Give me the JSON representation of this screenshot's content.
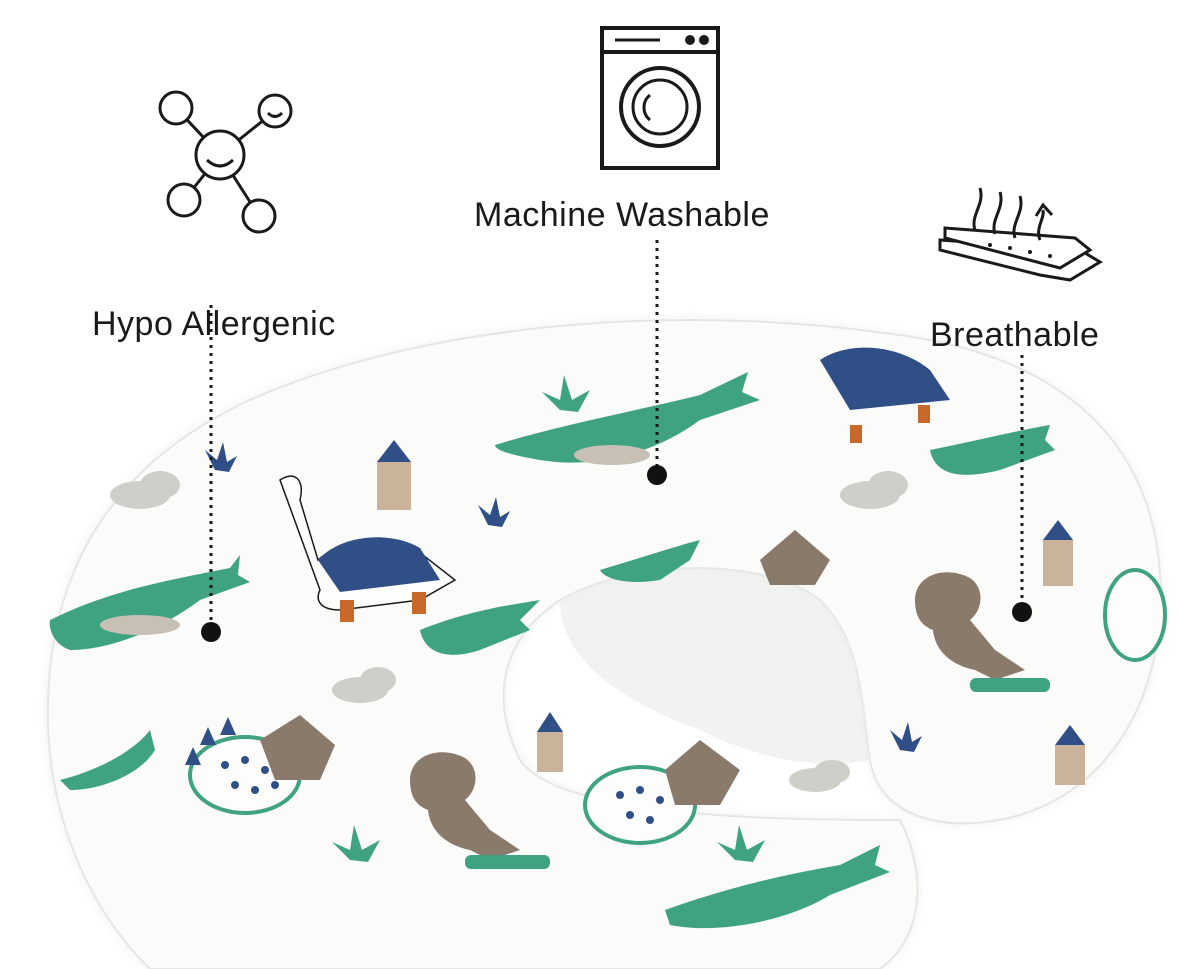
{
  "features": [
    {
      "key": "hypo",
      "label": "Hypo Allergenic",
      "icon": "molecule-icon"
    },
    {
      "key": "wash",
      "label": "Machine Washable",
      "icon": "washing-machine-icon"
    },
    {
      "key": "breath",
      "label": "Breathable",
      "icon": "breathable-fabric-icon"
    }
  ],
  "colors": {
    "pillow": "#fbfbf9",
    "pillow_shade": "#eceeeb",
    "green": "#3fa381",
    "navy": "#2f4f86",
    "brown": "#8a7a6c",
    "tan": "#c9b39a",
    "orange": "#c8692b",
    "ink": "#1a1a1a"
  }
}
